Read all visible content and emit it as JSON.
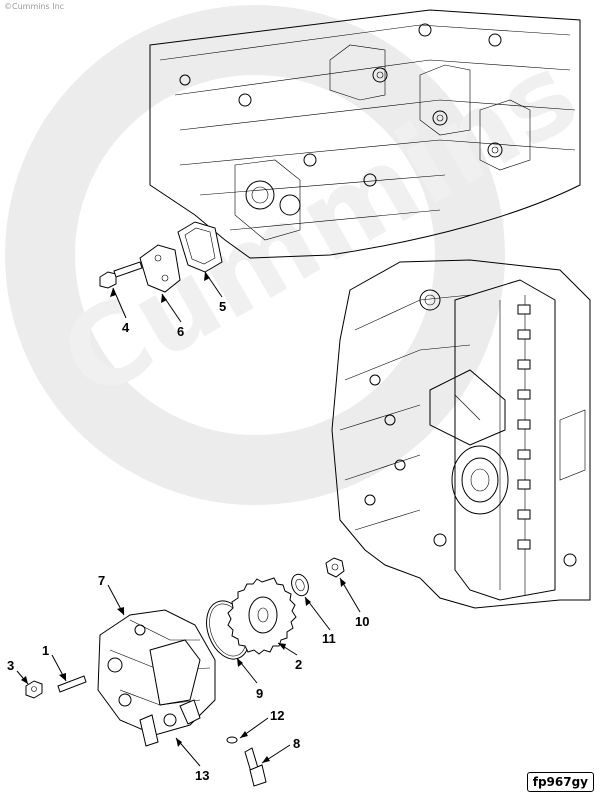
{
  "header": {
    "copyright": "©Cummins Inc"
  },
  "figure": {
    "id": "fp967gy"
  },
  "watermark": {
    "text": "Cummins"
  },
  "callouts": {
    "c1": "1",
    "c2": "2",
    "c3": "3",
    "c4": "4",
    "c5": "5",
    "c6": "6",
    "c7": "7",
    "c8": "8",
    "c9": "9",
    "c10": "10",
    "c11": "11",
    "c12": "12",
    "c13": "13"
  },
  "colors": {
    "line": "#000000",
    "watermark": "#ececec",
    "background": "#ffffff"
  }
}
